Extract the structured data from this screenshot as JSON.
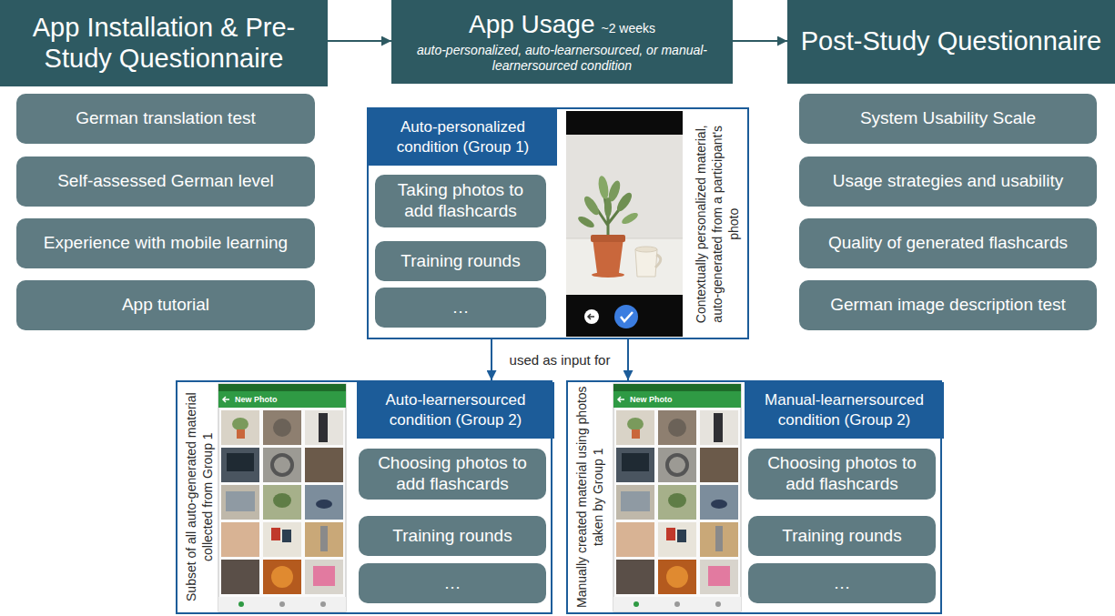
{
  "diagram": {
    "nodes": [
      {
        "text": [
          "App Installation & Pre-Study Questionnaire"
        ]
      },
      {
        "text": [
          "App Usage",
          "~2 weeks",
          "auto-personalized, auto-learnersourced, or manual- learnersourced condition"
        ]
      },
      {
        "text": [
          "Post-Study Questionnaire"
        ]
      },
      {
        "text": [
          "German translation test"
        ]
      },
      {
        "text": [
          "Self-assessed German level"
        ]
      },
      {
        "text": [
          "Experience with mobile learning"
        ]
      },
      {
        "text": [
          "App tutorial"
        ]
      },
      {
        "text": [
          "Contextually personalized material, auto-generated from a participant's photo"
        ]
      },
      {
        "text": [
          "Auto-personalized condition (Group 1)"
        ],
        "in": 7
      },
      {
        "text": [
          "Taking photos to add flashcards"
        ],
        "in": 7
      },
      {
        "text": [
          "Training rounds"
        ],
        "in": 7
      },
      {
        "text": [
          "…"
        ],
        "in": 7
      },
      {
        "text": [
          "System Usability Scale"
        ]
      },
      {
        "text": [
          "Usage strategies and usability"
        ]
      },
      {
        "text": [
          "Quality of generated flashcards"
        ]
      },
      {
        "text": [
          "German image description test"
        ]
      },
      {
        "text": [
          "Subset of all auto-generated material collected from Group 1"
        ]
      },
      {
        "text": [
          "Auto-learnersourced condition (Group 2)"
        ],
        "in": 16
      },
      {
        "text": [
          "Choosing photos to add flashcards"
        ],
        "in": 16
      },
      {
        "text": [
          "Training rounds"
        ],
        "in": 16
      },
      {
        "text": [
          "…"
        ],
        "in": 16
      },
      {
        "text": [
          "Manually created material using photos taken by Group 1"
        ]
      },
      {
        "text": [
          "Manual-learnersourced condition (Group 2)"
        ],
        "in": 21
      },
      {
        "text": [
          "Choosing photos to add flashcards"
        ],
        "in": 21
      },
      {
        "text": [
          "Training rounds"
        ],
        "in": 21
      },
      {
        "text": [
          "…"
        ],
        "in": 21
      }
    ],
    "edges": [
      {
        "from": 0,
        "to": 1,
        "arrow": "to"
      },
      {
        "from": 1,
        "to": 2,
        "arrow": "to"
      },
      {
        "from": 7,
        "to": 16,
        "arrow": "to",
        "label": "used as input for"
      },
      {
        "from": 7,
        "to": 21,
        "arrow": "to"
      }
    ],
    "labels": [
      "New Photo",
      "New Photo"
    ]
  }
}
